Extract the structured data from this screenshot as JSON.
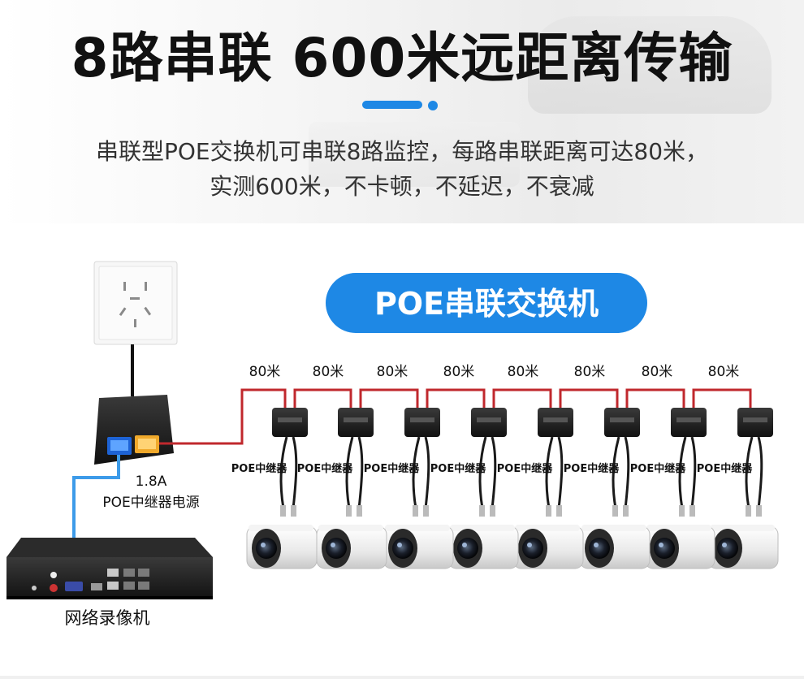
{
  "header": {
    "title": "8路串联 600米远距离传输",
    "desc_line1": "串联型POE交换机可串联8路监控，每路串联距离可达80米，",
    "desc_line2": "实测600米，不卡顿，不延迟，不衰减"
  },
  "diagram": {
    "switch_badge": "POE串联交换机",
    "power_label_line1": "1.8A",
    "power_label_line2": "POE中继器电源",
    "nvr_label": "网络录像机",
    "segment_labels": [
      "80米",
      "80米",
      "80米",
      "80米",
      "80米",
      "80米",
      "80米",
      "80米"
    ],
    "repeater_labels": [
      "POE中继器",
      "POE中继器",
      "POE中继器",
      "POE中继器",
      "POE中继器",
      "POE中继器",
      "POE中继器",
      "POE中继器"
    ],
    "colors": {
      "accent_blue": "#1e88e5",
      "cable_red": "#c0282d",
      "cable_blue": "#3d9be9",
      "cable_black": "#1a1a1a"
    }
  }
}
